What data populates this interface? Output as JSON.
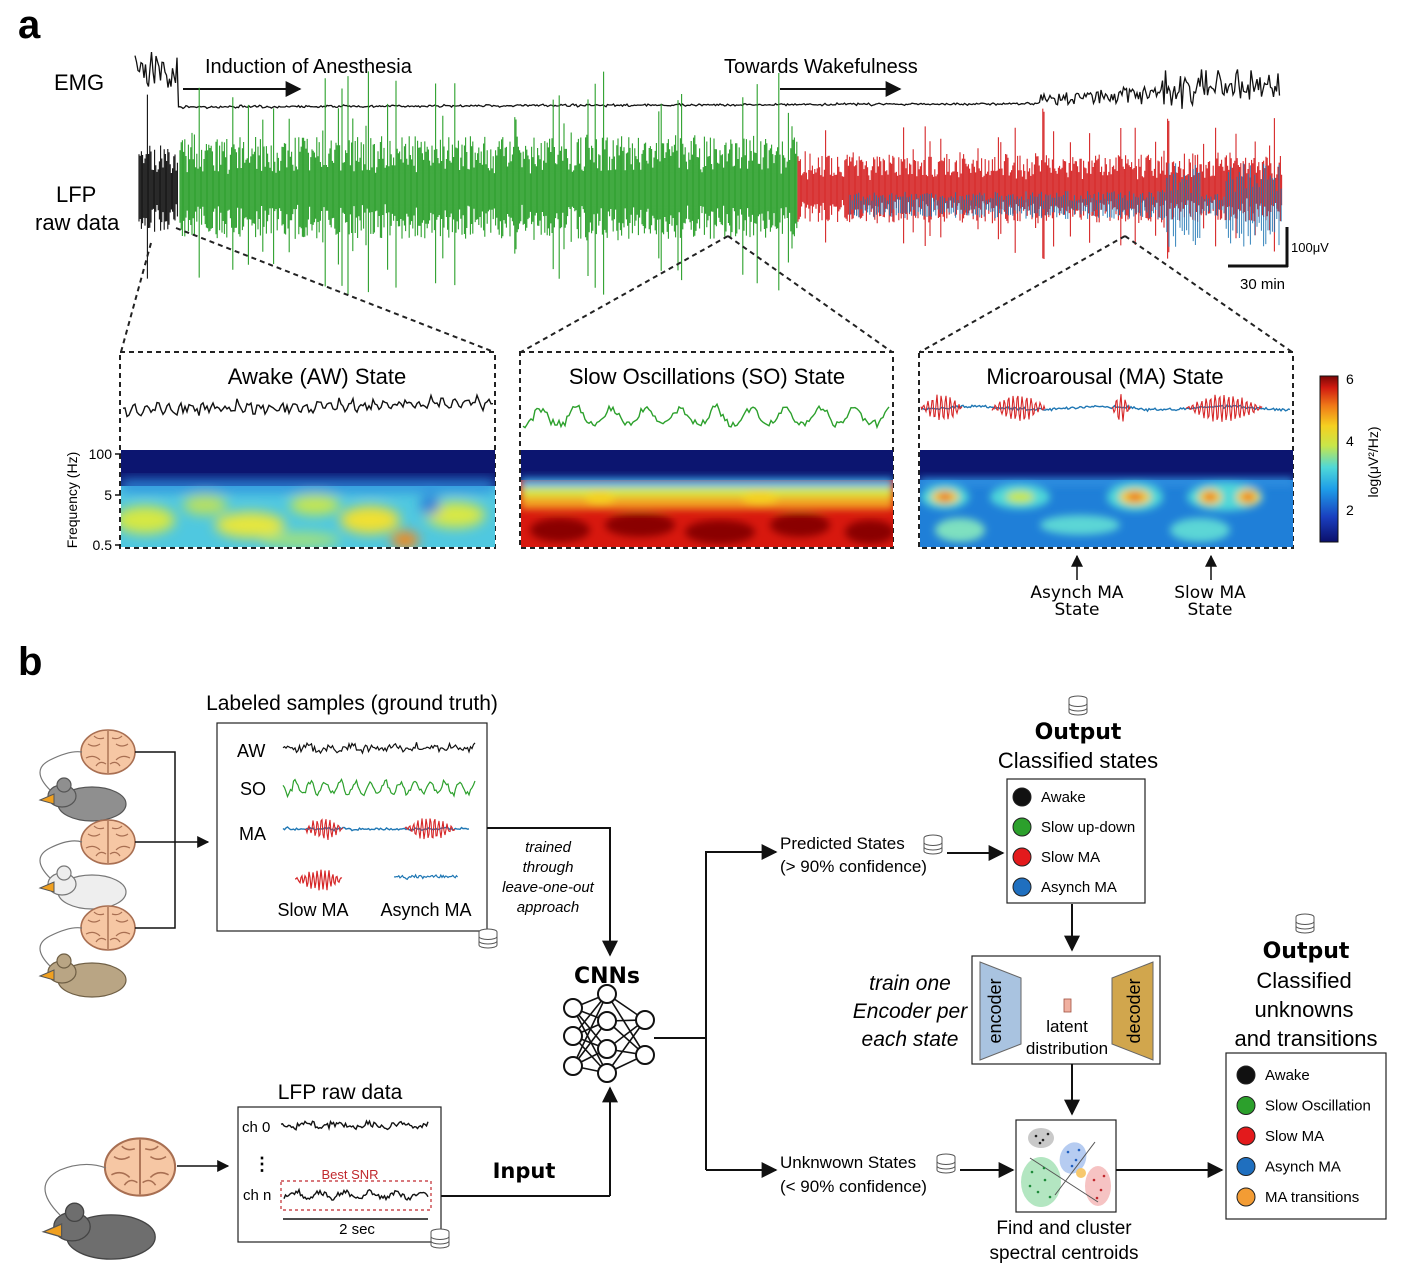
{
  "panel_a": {
    "letter": "a",
    "emg_label": "EMG",
    "lfp_label_1": "LFP",
    "lfp_label_2": "raw data",
    "induction": "Induction of Anesthesia",
    "wakefulness": "Towards Wakefulness",
    "scale_amp": "100μV",
    "scale_time": "30 min",
    "freq_axis_label": "Frequency (Hz)",
    "freq_ticks": [
      "100",
      "5",
      "0.5"
    ],
    "colorbar_label": "log(μV²/Hz)",
    "colorbar_ticks": [
      "6",
      "4",
      "2"
    ],
    "states": [
      {
        "title": "Awake (AW) State"
      },
      {
        "title": "Slow Oscillations (SO) State"
      },
      {
        "title": "Microarousal (MA) State"
      }
    ],
    "annot_asynch_1": "Asynch MA",
    "annot_asynch_2": "State",
    "annot_slow_1": "Slow MA",
    "annot_slow_2": "State",
    "colors": {
      "awake": "#111111",
      "so": "#2ca02c",
      "slow_ma": "#d62728",
      "asynch_ma": "#1f77b4"
    }
  },
  "panel_b": {
    "letter": "b",
    "labeled_title": "Labeled samples (ground truth)",
    "row_aw": "AW",
    "row_so": "SO",
    "row_ma": "MA",
    "slow_ma": "Slow MA",
    "asynch_ma": "Asynch MA",
    "trained_1": "trained",
    "trained_2": "through",
    "trained_3": "leave-one-out",
    "trained_4": "approach",
    "cnns": "CNNs",
    "input": "Input",
    "lfp_title": "LFP raw data",
    "ch0": "ch 0",
    "dots": "⋮",
    "chn": "ch n",
    "best_snr": "Best SNR",
    "two_sec": "2 sec",
    "predicted_1": "Predicted States",
    "predicted_2": "(> 90% confidence)",
    "unknown_1": "Unknwown States",
    "unknown_2": "(< 90% confidence)",
    "output1_title": "Output",
    "output1_sub": "Classified states",
    "legend1": [
      {
        "label": "Awake",
        "color": "#111111"
      },
      {
        "label": "Slow up-down",
        "color": "#2ca02c"
      },
      {
        "label": "Slow MA",
        "color": "#e31a1c"
      },
      {
        "label": "Asynch MA",
        "color": "#1f6fbf"
      }
    ],
    "train_1": "train one",
    "train_2": "Encoder per",
    "train_3": "each state",
    "encoder": "encoder",
    "decoder": "decoder",
    "latent_1": "latent",
    "latent_2": "distribution",
    "cluster_1": "Find and cluster",
    "cluster_2": "spectral centroids",
    "output2_title": "Output",
    "output2_sub1": "Classified",
    "output2_sub2": "unknowns",
    "output2_sub3": "and transitions",
    "legend2": [
      {
        "label": "Awake",
        "color": "#111111"
      },
      {
        "label": "Slow Oscillation",
        "color": "#2ca02c"
      },
      {
        "label": "Slow MA",
        "color": "#e31a1c"
      },
      {
        "label": "Asynch MA",
        "color": "#1f6fbf"
      },
      {
        "label": "MA transitions",
        "color": "#f39c34"
      }
    ]
  }
}
